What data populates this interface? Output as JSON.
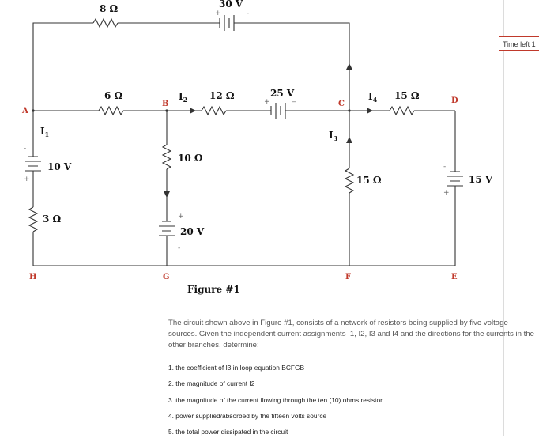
{
  "timer": {
    "label": "Time left 1"
  },
  "circuit": {
    "figure_caption": "Figure #1",
    "nodes": {
      "A": "A",
      "B": "B",
      "C": "C",
      "D": "D",
      "E": "E",
      "F": "F",
      "G": "G",
      "H": "H"
    },
    "resistors": {
      "r8": "8 Ω",
      "r6": "6 Ω",
      "r12": "12 Ω",
      "r15_cd": "15 Ω",
      "r10": "10 Ω",
      "r3": "3 Ω",
      "r15_cf": "15 Ω"
    },
    "sources": {
      "v30": "30 V",
      "v25": "25 V",
      "v10": "10 V",
      "v20": "20 V",
      "v15": "15 V"
    },
    "currents": {
      "i1": "I",
      "i1_sub": "1",
      "i2": "I",
      "i2_sub": "2",
      "i3": "I",
      "i3_sub": "3",
      "i4": "I",
      "i4_sub": "4"
    },
    "polarity": {
      "plus": "+",
      "minus": "-",
      "minus_alt": "_"
    }
  },
  "description": "The circuit shown above in Figure #1, consists of a network of resistors being supplied by five voltage sources. Given the independent current assignments I1, I2, I3 and I4 and the directions for the currents in the other branches, determine:",
  "questions": [
    "1. the coefficient of I3 in loop equation BCFGB",
    "2. the magnitude of current I2",
    "3. the magnitude of the current flowing through the ten (10) ohms resistor",
    "4. power supplied/absorbed by the fifteen volts source",
    "5. the total power dissipated in the circuit"
  ]
}
